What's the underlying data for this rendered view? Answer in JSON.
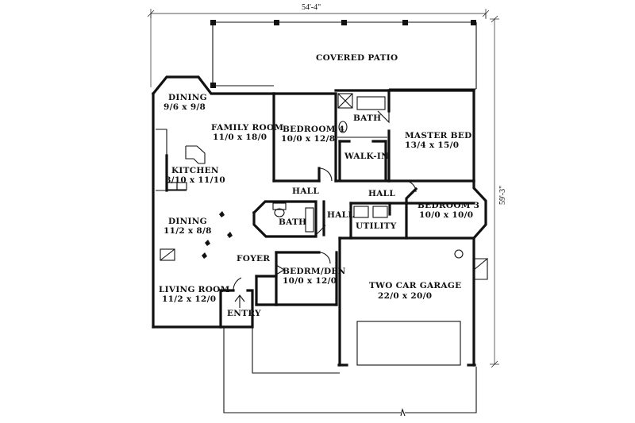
{
  "plan": {
    "dimensions": {
      "width": "54'-4\"",
      "depth": "59'-3\""
    },
    "rooms": [
      {
        "id": "covered-patio",
        "name": "COVERED PATIO",
        "size": ""
      },
      {
        "id": "dining-top",
        "name": "DINING",
        "size": "9/6 x 9/8"
      },
      {
        "id": "family-room",
        "name": "FAMILY ROOM",
        "size": "11/0 x 18/0"
      },
      {
        "id": "bedroom-4",
        "name": "BEDROOM 4",
        "size": "10/0 x 12/8"
      },
      {
        "id": "bath-master",
        "name": "BATH",
        "size": ""
      },
      {
        "id": "walk-in",
        "name": "WALK-IN",
        "size": ""
      },
      {
        "id": "master-bed",
        "name": "MASTER BED",
        "size": "13/4 x 15/0"
      },
      {
        "id": "kitchen",
        "name": "KITCHEN",
        "size": "8/10 x 11/10"
      },
      {
        "id": "hall-left",
        "name": "HALL",
        "size": ""
      },
      {
        "id": "hall-right",
        "name": "HALL",
        "size": ""
      },
      {
        "id": "hall-center",
        "name": "HALL",
        "size": ""
      },
      {
        "id": "bedroom-3",
        "name": "BEDROOM 3",
        "size": "10/0 x 10/0"
      },
      {
        "id": "dining-main",
        "name": "DINING",
        "size": "11/2 x 8/8"
      },
      {
        "id": "bath-hall",
        "name": "BATH",
        "size": ""
      },
      {
        "id": "utility",
        "name": "UTILITY",
        "size": ""
      },
      {
        "id": "foyer",
        "name": "FOYER",
        "size": ""
      },
      {
        "id": "bedrm-den",
        "name": "BEDRM/DEN",
        "size": "10/0 x 12/0"
      },
      {
        "id": "two-car-garage",
        "name": "TWO CAR GARAGE",
        "size": "22/0 x 20/0"
      },
      {
        "id": "living-room",
        "name": "LIVING ROOM",
        "size": "11/2 x 12/0"
      },
      {
        "id": "entry",
        "name": "ENTRY",
        "size": ""
      }
    ]
  }
}
